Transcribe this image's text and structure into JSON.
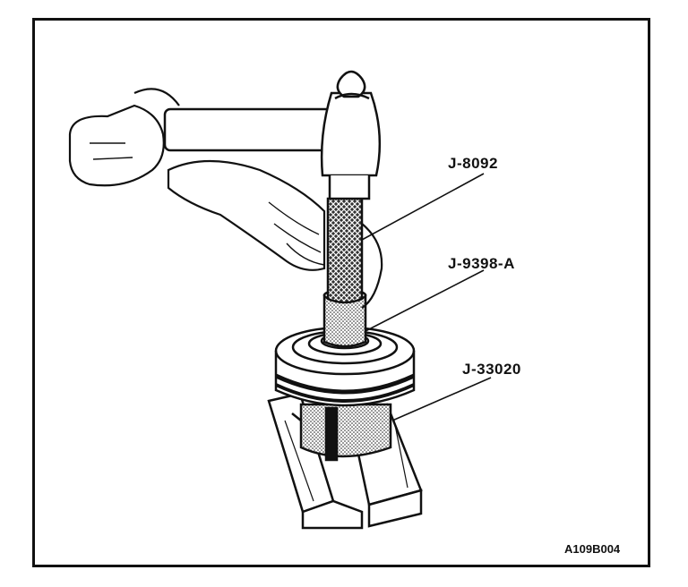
{
  "figure": {
    "callouts": [
      {
        "id": "hammer-tool",
        "text": "J-8092"
      },
      {
        "id": "installer",
        "text": "J-9398-A"
      },
      {
        "id": "support",
        "text": "J-33020"
      }
    ],
    "figure_id": "A109B004"
  },
  "colors": {
    "ink": "#111111",
    "paper": "#ffffff",
    "shade": "#9a9a9a"
  }
}
